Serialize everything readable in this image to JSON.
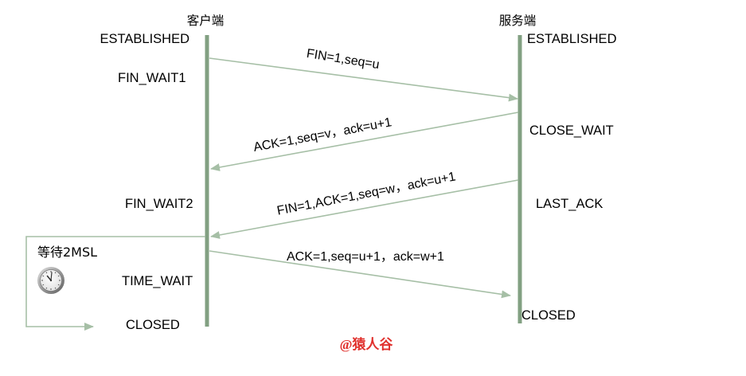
{
  "client": {
    "title": "客户端",
    "states": {
      "established": "ESTABLISHED",
      "fin_wait1": "FIN_WAIT1",
      "fin_wait2": "FIN_WAIT2",
      "time_wait": "TIME_WAIT",
      "closed": "CLOSED"
    }
  },
  "server": {
    "title": "服务端",
    "states": {
      "established": "ESTABLISHED",
      "close_wait": "CLOSE_WAIT",
      "last_ack": "LAST_ACK",
      "closed": "CLOSED"
    }
  },
  "messages": [
    {
      "label": "FIN=1,seq=u"
    },
    {
      "label": "ACK=1,seq=v，ack=u+1"
    },
    {
      "label": "FIN=1,ACK=1,seq=w，ack=u+1"
    },
    {
      "label": "ACK=1,seq=u+1，ack=w+1"
    }
  ],
  "wait": {
    "label": "等待2MSL",
    "icon": "clock-icon"
  },
  "watermark": "@猿人谷",
  "colors": {
    "timeline": "#82a082",
    "arrow": "#a6bfa6",
    "text": "#000000",
    "watermark": "#e0302c"
  }
}
